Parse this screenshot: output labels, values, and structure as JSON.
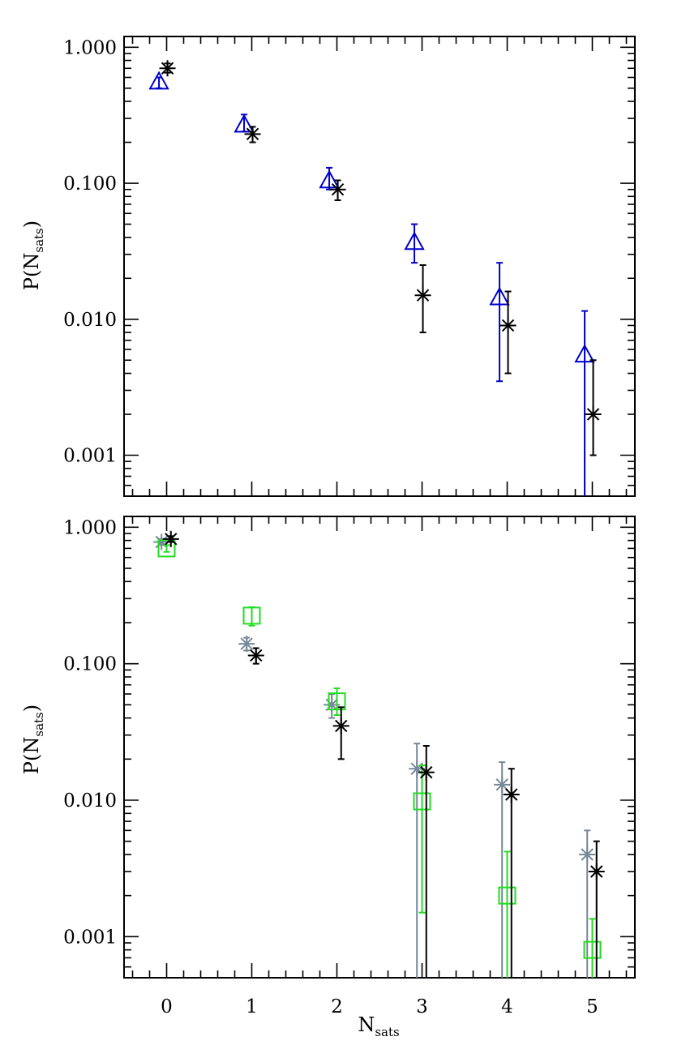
{
  "chart_data": [
    {
      "type": "scatter",
      "panel": "top",
      "xlim": [
        -0.5,
        5.5
      ],
      "ylim": [
        0.0005,
        1.2
      ],
      "yscale": "log",
      "ylabel_main": "P(N",
      "ylabel_sub": "sats",
      "ylabel_close": ")",
      "yticks": [
        0.001,
        0.01,
        0.1,
        1.0
      ],
      "ytick_labels": [
        "0.001",
        "0.010",
        "0.100",
        "1.000"
      ],
      "series": [
        {
          "marker": "triangle",
          "color": "#0000cc",
          "points": [
            {
              "x": -0.09,
              "y": 0.56,
              "lo": 0.5,
              "hi": 0.6
            },
            {
              "x": 0.91,
              "y": 0.27,
              "lo": 0.24,
              "hi": 0.32
            },
            {
              "x": 1.91,
              "y": 0.105,
              "lo": 0.09,
              "hi": 0.13
            },
            {
              "x": 2.91,
              "y": 0.037,
              "lo": 0.026,
              "hi": 0.05
            },
            {
              "x": 3.91,
              "y": 0.0145,
              "lo": 0.0035,
              "hi": 0.026
            },
            {
              "x": 4.91,
              "y": 0.0055,
              "lo": 0.0005,
              "hi": 0.0115
            }
          ]
        },
        {
          "marker": "asterisk",
          "color": "#000000",
          "points": [
            {
              "x": 0.01,
              "y": 0.7,
              "lo": 0.65,
              "hi": 0.76
            },
            {
              "x": 1.01,
              "y": 0.23,
              "lo": 0.2,
              "hi": 0.26
            },
            {
              "x": 2.01,
              "y": 0.09,
              "lo": 0.075,
              "hi": 0.105
            },
            {
              "x": 3.01,
              "y": 0.015,
              "lo": 0.008,
              "hi": 0.025
            },
            {
              "x": 4.01,
              "y": 0.009,
              "lo": 0.004,
              "hi": 0.016
            },
            {
              "x": 5.01,
              "y": 0.002,
              "lo": 0.001,
              "hi": 0.005
            }
          ]
        }
      ]
    },
    {
      "type": "scatter",
      "panel": "bottom",
      "xlim": [
        -0.5,
        5.5
      ],
      "ylim": [
        0.0005,
        1.2
      ],
      "yscale": "log",
      "xticks": [
        0,
        1,
        2,
        3,
        4,
        5
      ],
      "xtick_labels": [
        "0",
        "1",
        "2",
        "3",
        "4",
        "5"
      ],
      "xlabel_main": "N",
      "xlabel_sub": "sats",
      "ylabel_main": "P(N",
      "ylabel_sub": "sats",
      "ylabel_close": ")",
      "yticks": [
        0.001,
        0.01,
        0.1,
        1.0
      ],
      "ytick_labels": [
        "0.001",
        "0.010",
        "0.100",
        "1.000"
      ],
      "series": [
        {
          "marker": "asterisk",
          "color": "#778899",
          "points": [
            {
              "x": -0.06,
              "y": 0.78,
              "lo": 0.74,
              "hi": 0.82
            },
            {
              "x": 0.94,
              "y": 0.14,
              "lo": 0.125,
              "hi": 0.155
            },
            {
              "x": 1.94,
              "y": 0.05,
              "lo": 0.04,
              "hi": 0.06
            },
            {
              "x": 2.94,
              "y": 0.017,
              "lo": 0.0005,
              "hi": 0.026
            },
            {
              "x": 3.94,
              "y": 0.013,
              "lo": 0.0005,
              "hi": 0.019
            },
            {
              "x": 4.94,
              "y": 0.004,
              "lo": 0.0005,
              "hi": 0.006
            }
          ]
        },
        {
          "marker": "square",
          "color": "#22dd22",
          "points": [
            {
              "x": 0.0,
              "y": 0.7,
              "lo": 0.66,
              "hi": 0.74
            },
            {
              "x": 1.0,
              "y": 0.225,
              "lo": 0.19,
              "hi": 0.26
            },
            {
              "x": 2.0,
              "y": 0.053,
              "lo": 0.042,
              "hi": 0.066
            },
            {
              "x": 3.0,
              "y": 0.0098,
              "lo": 0.0015,
              "hi": 0.018
            },
            {
              "x": 4.0,
              "y": 0.002,
              "lo": 0.0005,
              "hi": 0.0042
            },
            {
              "x": 5.0,
              "y": 0.0008,
              "lo": 0.0005,
              "hi": 0.00135
            }
          ]
        },
        {
          "marker": "asterisk",
          "color": "#000000",
          "points": [
            {
              "x": 0.05,
              "y": 0.82,
              "lo": 0.78,
              "hi": 0.86
            },
            {
              "x": 1.05,
              "y": 0.115,
              "lo": 0.1,
              "hi": 0.13
            },
            {
              "x": 2.05,
              "y": 0.035,
              "lo": 0.02,
              "hi": 0.048
            },
            {
              "x": 3.05,
              "y": 0.016,
              "lo": 0.0005,
              "hi": 0.025
            },
            {
              "x": 4.05,
              "y": 0.011,
              "lo": 0.0005,
              "hi": 0.017
            },
            {
              "x": 5.05,
              "y": 0.003,
              "lo": 0.0005,
              "hi": 0.005
            }
          ]
        }
      ]
    }
  ]
}
